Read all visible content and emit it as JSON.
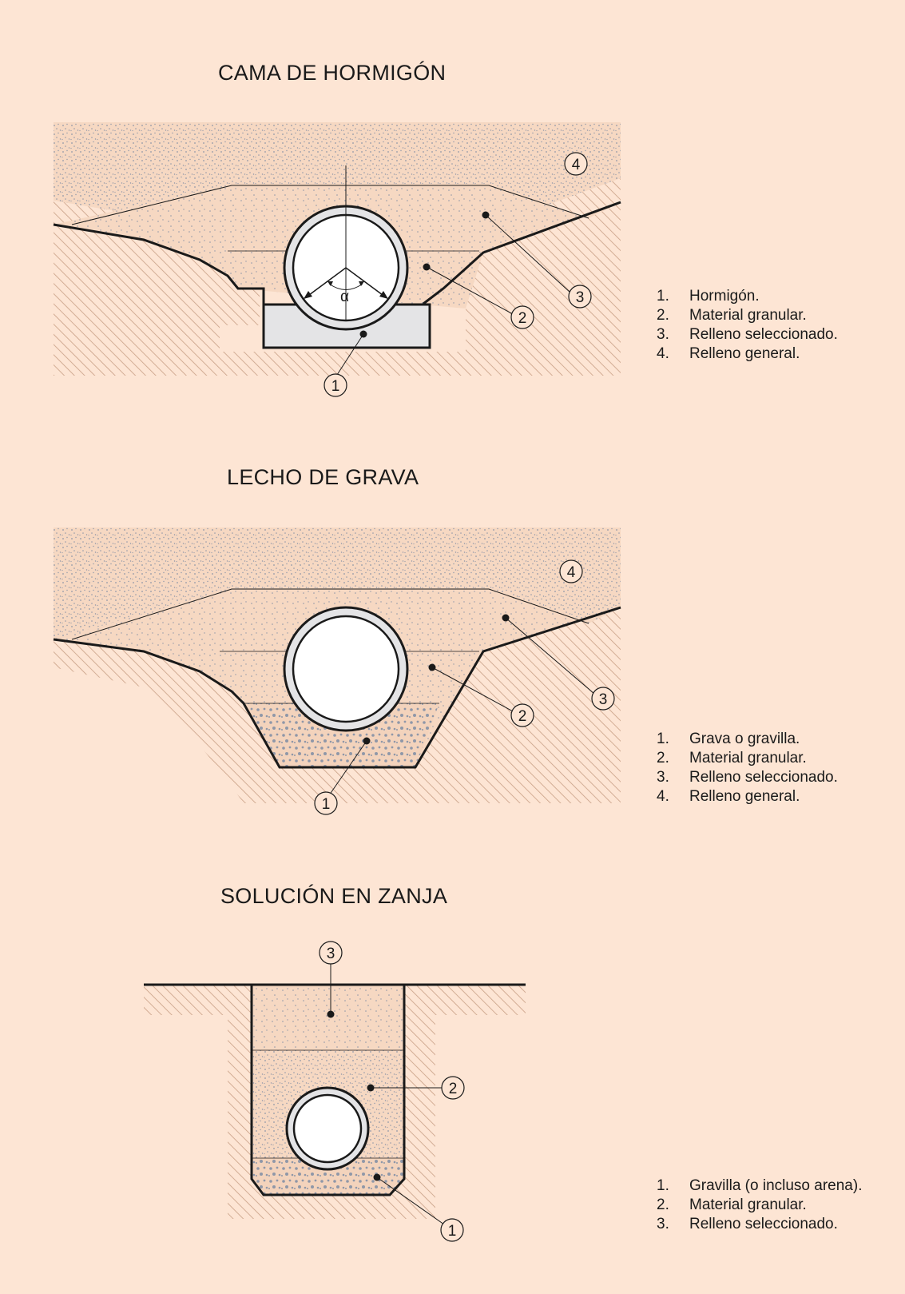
{
  "sections": [
    {
      "title": "CAMA DE HORMIGÓN",
      "angle_label": "α",
      "callouts": [
        "1",
        "2",
        "3",
        "4"
      ],
      "legend": [
        {
          "num": "1.",
          "text": "Hormigón."
        },
        {
          "num": "2.",
          "text": "Material granular."
        },
        {
          "num": "3.",
          "text": "Relleno seleccionado."
        },
        {
          "num": "4.",
          "text": "Relleno general."
        }
      ]
    },
    {
      "title": "LECHO DE GRAVA",
      "callouts": [
        "1",
        "2",
        "3",
        "4"
      ],
      "legend": [
        {
          "num": "1.",
          "text": "Grava o gravilla."
        },
        {
          "num": "2.",
          "text": "Material granular."
        },
        {
          "num": "3.",
          "text": "Relleno seleccionado."
        },
        {
          "num": "4.",
          "text": "Relleno general."
        }
      ]
    },
    {
      "title": "SOLUCIÓN EN ZANJA",
      "callouts": [
        "1",
        "2",
        "3"
      ],
      "legend": [
        {
          "num": "1.",
          "text": "Gravilla (o incluso arena)."
        },
        {
          "num": "2.",
          "text": "Material granular."
        },
        {
          "num": "3.",
          "text": "Relleno seleccionado."
        }
      ]
    }
  ],
  "colors": {
    "background": "#fde5d4",
    "fill_light": "#f6d8c2",
    "fill_concrete": "#e4e4e6",
    "dots": "#8f97a8",
    "hatch": "#c89f85",
    "line": "#1a1a1a"
  }
}
